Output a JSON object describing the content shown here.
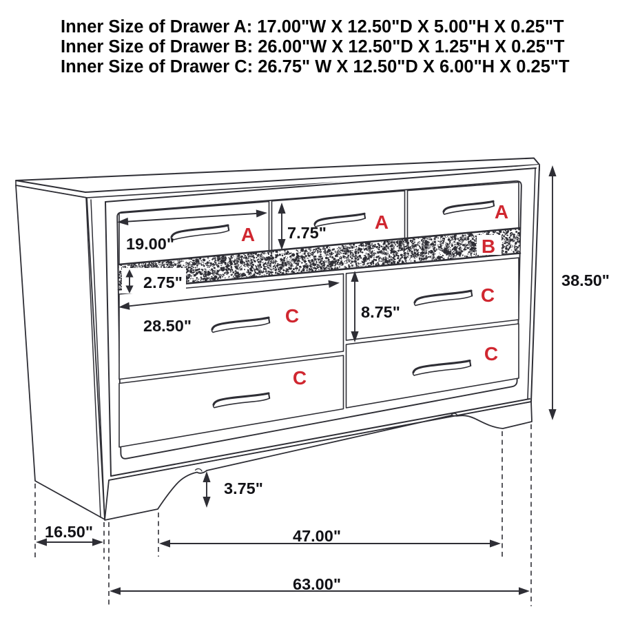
{
  "page": {
    "background": "#ffffff",
    "description": "Dimension diagram of a 7-drawer dresser with hidden jewelry drawer"
  },
  "colors": {
    "line": "#2e2e35",
    "text": "#050505",
    "dimension_text": "#121216",
    "drawer_letter_red": "#d02730",
    "background": "#ffffff"
  },
  "specs": {
    "line_a": "Inner Size of Drawer A: 17.00\"W X 12.50\"D X 5.00\"H X 0.25\"T",
    "line_b": "Inner Size of Drawer B: 26.00\"W X 12.50\"D X 1.25\"H X 0.25\"T",
    "line_c": "Inner Size of Drawer C: 26.75\" W X 12.50\"D X 6.00\"H X 0.25\"T"
  },
  "drawer_labels": {
    "a1": "A",
    "a2": "A",
    "a3": "A",
    "b": "B",
    "c1": "C",
    "c2": "C",
    "c3": "C",
    "c4": "C"
  },
  "dimensions": {
    "drawer_a_width": "19.00\"",
    "drawer_a_front_height": "7.75\"",
    "drawer_b_front_height": "2.75\"",
    "drawer_c_width": "28.50\"",
    "drawer_c_front_height": "8.75\"",
    "overall_height": "38.50\"",
    "leg_height": "3.75\"",
    "depth": "16.50\"",
    "inner_leg_span": "47.00\"",
    "overall_width": "63.00\""
  },
  "diagram": {
    "type": "furniture-dimension-diagram",
    "item": "dresser",
    "drawer_count": 7,
    "measurements": [
      {
        "label": "19.00\"",
        "measures": "drawer A face width",
        "value_in": 19.0
      },
      {
        "label": "7.75\"",
        "measures": "drawer A face height",
        "value_in": 7.75
      },
      {
        "label": "2.75\"",
        "measures": "hidden drawer B strip height",
        "value_in": 2.75
      },
      {
        "label": "28.50\"",
        "measures": "drawer C face width",
        "value_in": 28.5
      },
      {
        "label": "8.75\"",
        "measures": "drawer C face height",
        "value_in": 8.75
      },
      {
        "label": "38.50\"",
        "measures": "overall height",
        "value_in": 38.5
      },
      {
        "label": "3.75\"",
        "measures": "base / leg height",
        "value_in": 3.75
      },
      {
        "label": "16.50\"",
        "measures": "depth",
        "value_in": 16.5
      },
      {
        "label": "47.00\"",
        "measures": "span between feet",
        "value_in": 47.0
      },
      {
        "label": "63.00\"",
        "measures": "overall width",
        "value_in": 63.0
      }
    ]
  }
}
